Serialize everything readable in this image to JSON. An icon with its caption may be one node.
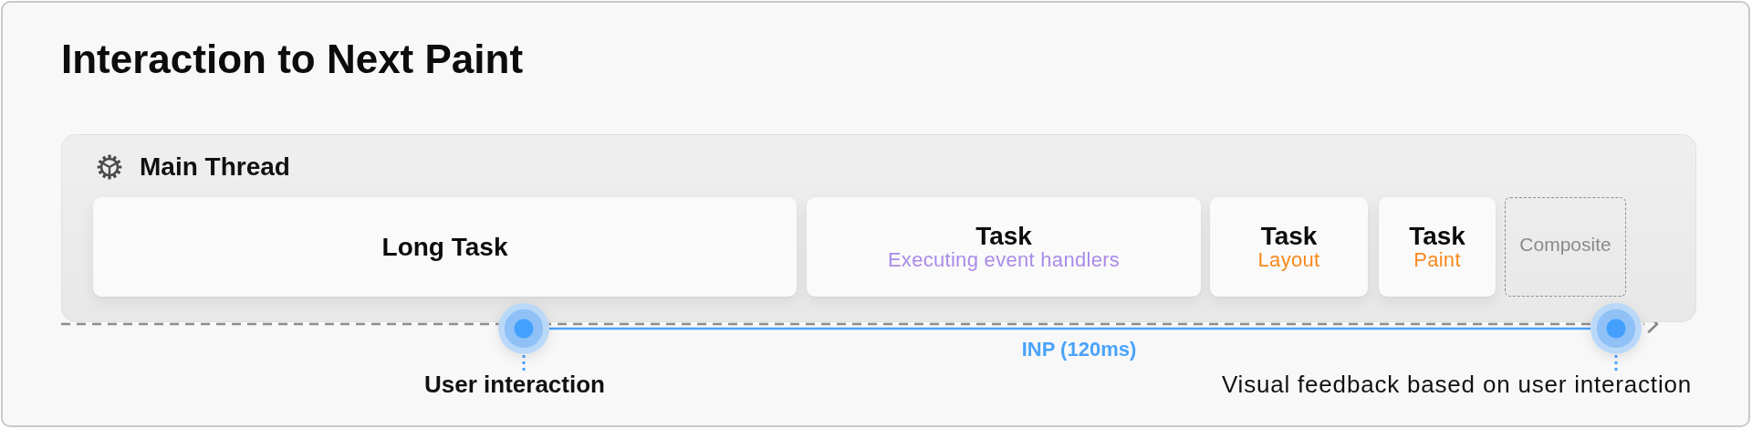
{
  "diagram": {
    "title": "Interaction to Next Paint",
    "nodes": [
      {
        "text": [
          "Main Thread"
        ]
      },
      {
        "text": [
          "Long Task"
        ],
        "in": 0
      },
      {
        "text": [
          "Task",
          "Executing event handlers"
        ],
        "in": 0
      },
      {
        "text": [
          "Task",
          "Layout"
        ],
        "in": 0
      },
      {
        "text": [
          "Task",
          "Paint"
        ],
        "in": 0
      },
      {
        "text": [
          "Composite"
        ],
        "in": 0
      },
      {
        "text": [],
        "shape": "circle"
      },
      {
        "text": [],
        "shape": "circle"
      },
      {
        "text": [
          "User interaction"
        ]
      },
      {
        "text": [
          "Visual feedback based on user interaction"
        ]
      }
    ],
    "edges": [
      {
        "from": 6,
        "to": 7,
        "arrow": "none",
        "label": "INP (120ms)"
      },
      {
        "from": 8,
        "to": 6,
        "arrow": "none",
        "style": "dashed"
      },
      {
        "from": 9,
        "to": 7,
        "arrow": "none",
        "style": "dashed"
      }
    ]
  }
}
